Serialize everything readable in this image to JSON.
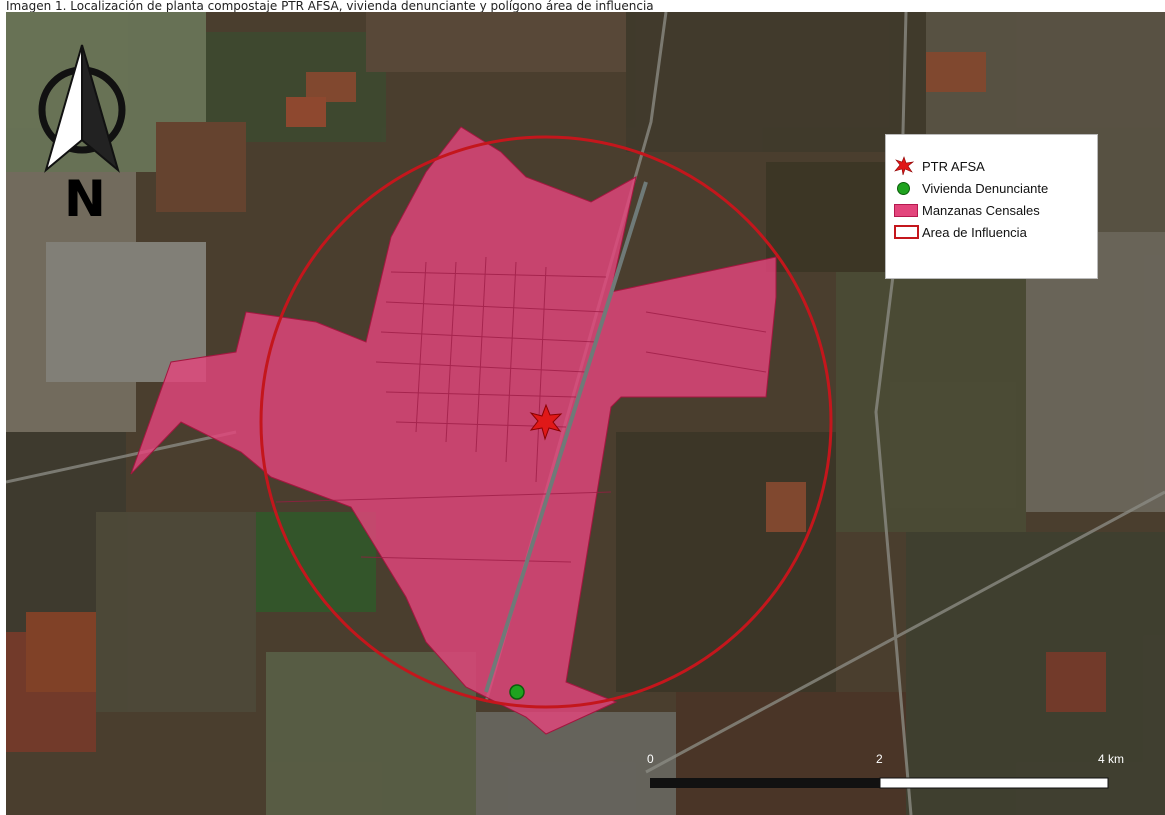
{
  "caption": "Imagen 1. Localización de planta compostaje PTR AFSA, vivienda denunciante y polígono área de influencia",
  "north_label": "N",
  "legend": {
    "items": [
      {
        "label": "PTR AFSA",
        "symbol": "star-icon"
      },
      {
        "label": "Vivienda Denunciante",
        "symbol": "green-dot-icon"
      },
      {
        "label": "Manzanas Censales",
        "symbol": "pink-fill-swatch"
      },
      {
        "label": "Area de Influencia",
        "symbol": "red-circle-outline"
      }
    ]
  },
  "scale_bar": {
    "tick_labels": [
      "0",
      "2",
      "4 km"
    ]
  },
  "colors": {
    "influence_ring": "#c4161c",
    "census_blocks": "#e3457c",
    "plant_marker": "#e01818",
    "complainant_home": "#1fa31f"
  }
}
